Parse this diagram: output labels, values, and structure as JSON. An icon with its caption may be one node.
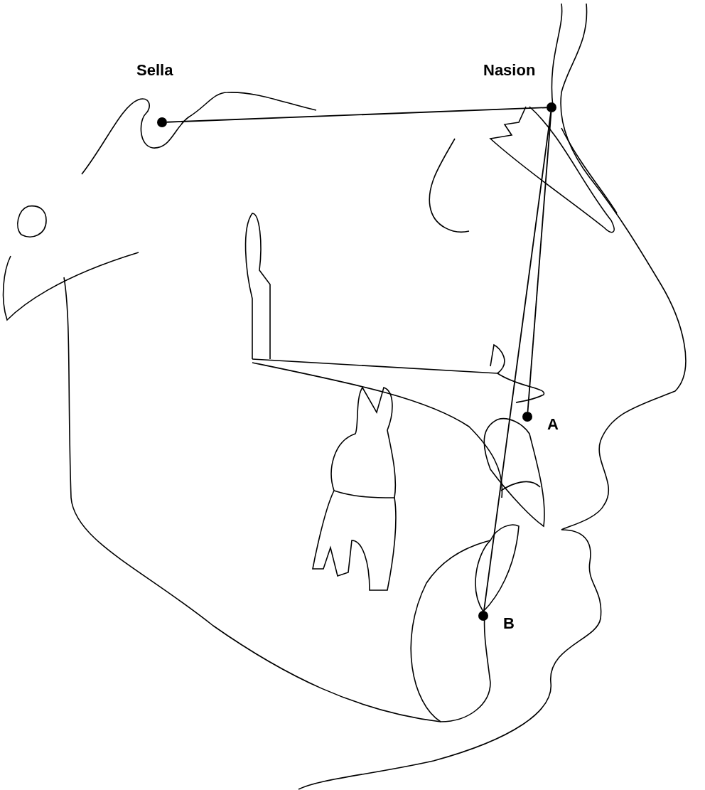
{
  "diagram": {
    "nodes": [
      {
        "text": [],
        "shape": "circle",
        "beside": [
          "Sella"
        ]
      },
      {
        "text": [],
        "shape": "circle",
        "beside": [
          "Nasion"
        ]
      },
      {
        "text": [],
        "shape": "circle",
        "beside": [
          "A"
        ]
      },
      {
        "text": [],
        "shape": "circle",
        "beside": [
          "B"
        ]
      }
    ],
    "edges": [
      {
        "from": 0,
        "to": 1,
        "arrow": "none"
      },
      {
        "from": 1,
        "to": 2,
        "arrow": "none"
      },
      {
        "from": 1,
        "to": 3,
        "arrow": "none"
      }
    ]
  }
}
